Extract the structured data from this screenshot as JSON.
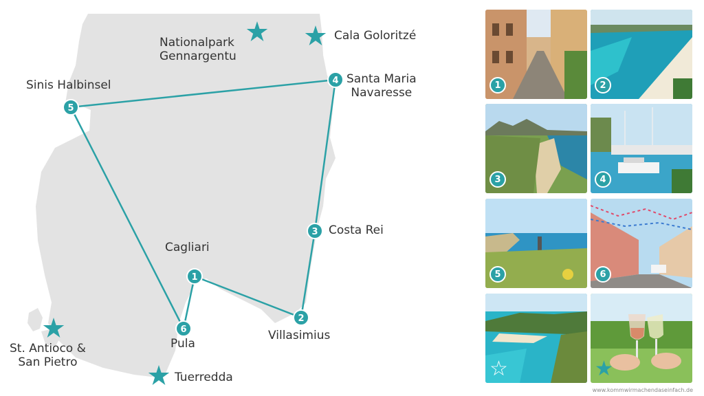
{
  "colors": {
    "route": "#2ba1a6",
    "land": "#e3e3e3",
    "star": "#2ba1a6",
    "label": "#333333"
  },
  "stops": [
    {
      "num": "1",
      "name": "Cagliari"
    },
    {
      "num": "2",
      "name": "Villasimius"
    },
    {
      "num": "3",
      "name": "Costa Rei"
    },
    {
      "num": "4",
      "name": "Santa Maria\nNavaresse"
    },
    {
      "num": "5",
      "name": "Sinis Halbinsel"
    },
    {
      "num": "6",
      "name": "Pula"
    }
  ],
  "highlights": [
    {
      "name": "Nationalpark\nGennargentu",
      "icon": "star-icon"
    },
    {
      "name": "Cala Goloritzé",
      "icon": "star-icon"
    },
    {
      "name": "St. Antioco &\nSan Pietro",
      "icon": "star-icon"
    },
    {
      "name": "Tuerredda",
      "icon": "star-icon"
    }
  ],
  "photos": [
    {
      "badge": "1",
      "scene": "old-town-street"
    },
    {
      "badge": "2",
      "scene": "turquoise-beach"
    },
    {
      "badge": "3",
      "scene": "coastal-cove"
    },
    {
      "badge": "4",
      "scene": "marina"
    },
    {
      "badge": "5",
      "scene": "coastal-hike"
    },
    {
      "badge": "6",
      "scene": "village-street-bunting"
    },
    {
      "badge": "☆",
      "scene": "bay-beach"
    },
    {
      "badge": "★",
      "scene": "wine-toast"
    }
  ],
  "credit": "www.kommwirmachendaseinfach.de"
}
